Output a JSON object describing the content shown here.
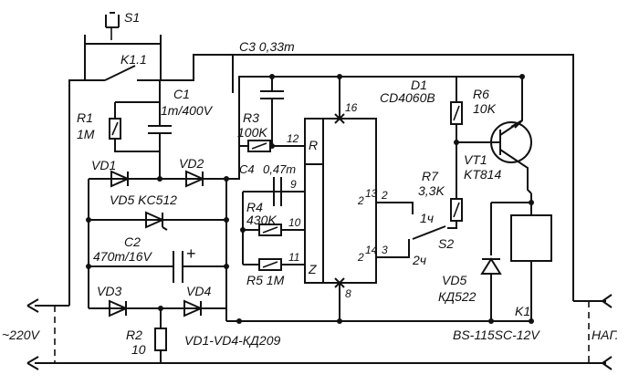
{
  "labels": {
    "s1": "S1",
    "k11": "K1.1",
    "c3": "C3 0,33m",
    "d1": "D1",
    "d1_part": "CD4060B",
    "r1": "R1",
    "r1_val": "1M",
    "c1": "C1",
    "c1_val": "1m/400V",
    "r3": "R3",
    "r3_val": "100K",
    "r6": "R6",
    "r6_val": "10K",
    "vd1": "VD1",
    "vd2": "VD2",
    "c4": "C4",
    "c4_val": "0,47m",
    "vt1": "VT1",
    "vt1_part": "KT814",
    "vd5_top": "VD5 KC512",
    "r4": "R4",
    "r4_val": "430K",
    "r7": "R7",
    "r7_val": "3,3K",
    "c2": "C2",
    "c2_val": "470m/16V",
    "plus": "+",
    "r5": "R5 1M",
    "s2": "S2",
    "vd3": "VD3",
    "vd4": "VD4",
    "vd5_bot": "VD5",
    "vd5_bot_part": "КД522",
    "k1": "K1",
    "mains": "~220V",
    "r2": "R2",
    "r2_val": "10",
    "vd_note": "VD1-VD4-КД209",
    "relay_part": "BS-115SC-12V",
    "load": "НАГ.",
    "ic_r": "R",
    "ic_z": "Z",
    "pin12": "12",
    "pin9": "9",
    "pin10": "10",
    "pin11": "11",
    "pin16": "16",
    "pin8": "8",
    "pin13": "13",
    "pin14": "14",
    "out13": "2",
    "out14": "2",
    "s2_out2": "2",
    "s2_out3": "3",
    "s2_1h": "1ч",
    "s2_2h": "2ч"
  }
}
